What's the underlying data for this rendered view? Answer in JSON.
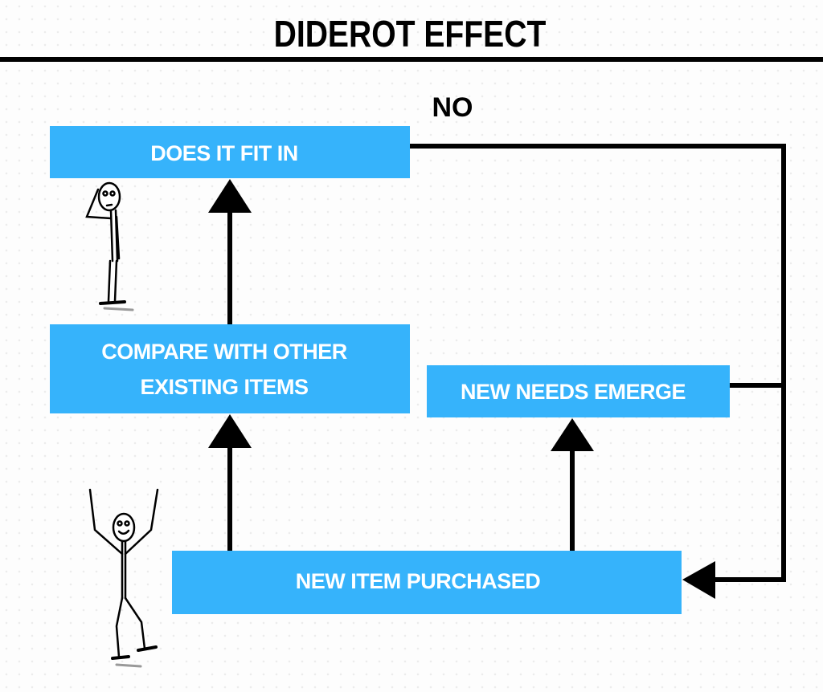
{
  "title": "DIDEROT EFFECT",
  "colors": {
    "box": "#36b3fb",
    "line": "#000000",
    "box_text": "#ffffff"
  },
  "edge_label": "NO",
  "nodes": {
    "fit": "DOES IT FIT IN",
    "compare_line1": "COMPARE WITH OTHER",
    "compare_line2": "EXISTING ITEMS",
    "needs": "NEW NEEDS EMERGE",
    "purchased": "NEW ITEM PURCHASED"
  }
}
